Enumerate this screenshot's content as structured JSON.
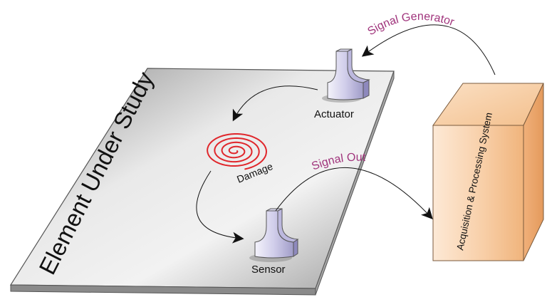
{
  "labels": {
    "element": "Element Under Study",
    "actuator": "Actuator",
    "sensor": "Sensor",
    "damage": "Damage",
    "signal_generator": "Signal Generator",
    "signal_out": "Signal Out",
    "acquisition": "Acquisition & Processing System"
  },
  "colors": {
    "plate_light": "#eeeeee",
    "plate_mid": "#c4c4c4",
    "plate_dark": "#9a9a9a",
    "damage": "#e0262b",
    "signal_text": "#a0347c",
    "box_light": "#fde9d6",
    "box_mid": "#f6c89c",
    "box_dark": "#e8a268",
    "transducer_light": "#eceaf8",
    "transducer_dark": "#9c98c4"
  }
}
